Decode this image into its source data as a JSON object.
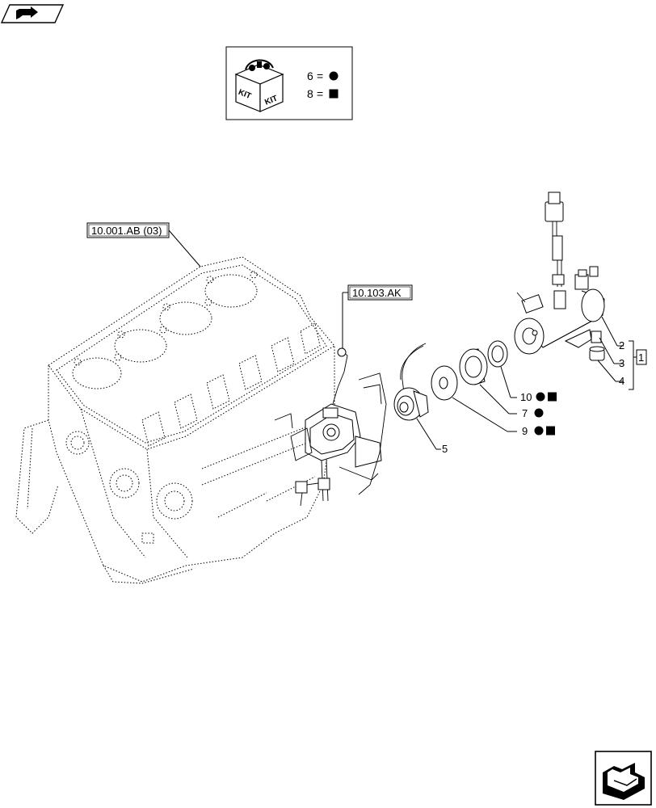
{
  "kit_legend": {
    "icon_text_left": "KIT",
    "icon_text_right": "KIT",
    "rows": [
      {
        "number": "6",
        "eq": "=",
        "symbol": "circle"
      },
      {
        "number": "8",
        "eq": "=",
        "symbol": "square"
      }
    ]
  },
  "references": {
    "engine_block": "10.001.AB (03)",
    "injection_pump": "10.103.AK"
  },
  "callouts": {
    "p1": "1",
    "p2": "2",
    "p3": "3",
    "p4": "4",
    "p5": "5",
    "p7": "7",
    "p9": "9",
    "p10": "10"
  },
  "icons": {
    "top_left": "back-arrow-icon",
    "bottom_right": "next-page-arrow-icon"
  }
}
